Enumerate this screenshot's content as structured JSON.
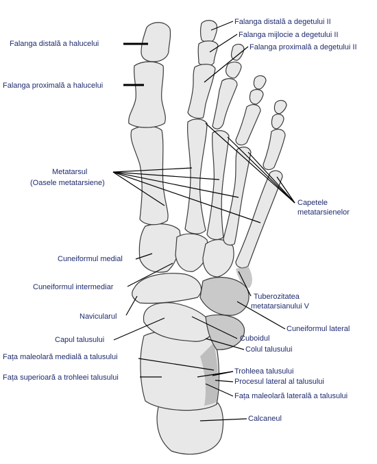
{
  "labels": {
    "distal_phalanx_toe2": "Falanga distală a degetului II",
    "middle_phalanx_toe2": "Falanga mijlocie a degetului II",
    "proximal_phalanx_toe2": "Falanga proximală a degetului II",
    "distal_phalanx_hallux": "Falanga distală a halucelui",
    "proximal_phalanx_hallux": "Falanga proximală a halucelui",
    "metatarsal_line1": "Metatarsul",
    "metatarsal_line2": "(Oasele metatarsiene)",
    "metatarsal_heads_line1": "Capetele",
    "metatarsal_heads_line2": "metatarsienelor",
    "medial_cuneiform": "Cuneiformul medial",
    "intermediate_cuneiform": "Cuneiformul intermediar",
    "tuberosity_line1": "Tuberozitatea",
    "tuberosity_line2": "metatarsianului V",
    "navicular": "Navicularul",
    "lateral_cuneiform": "Cuneiformul lateral",
    "talus_head": "Capul talusului",
    "cuboid": "Cuboidul",
    "talus_neck": "Colul talusului",
    "medial_malleolar_face": "Fața maleolară medială a talusului",
    "trochlea": "Trohleea talusului",
    "superior_trochlea_face": "Fața superioară a trohleei talusului",
    "lateral_process": "Procesul lateral al talusului",
    "lateral_malleolar_face": "Fața maleolară laterală a talusului",
    "calcaneus": "Calcaneul"
  }
}
